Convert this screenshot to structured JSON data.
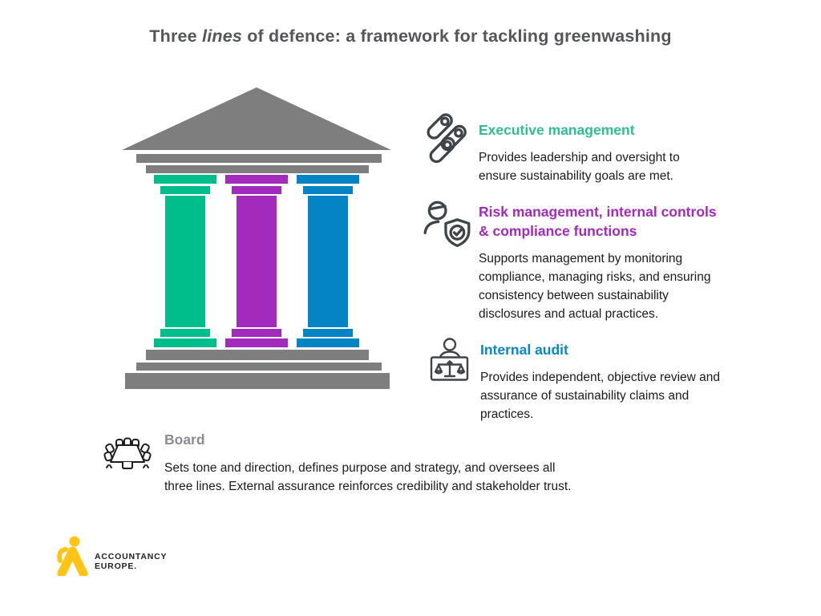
{
  "title": {
    "part1": "Three ",
    "italic": "lines",
    "part2": " of defence: a framework for tackling greenwashing"
  },
  "temple": {
    "structure_color": "#7E7E7E",
    "pillar_colors": {
      "green": "#00BE8C",
      "purple": "#A22ABD",
      "blue": "#0484C4"
    }
  },
  "sections": [
    {
      "id": "executive-management",
      "icon": "org-hierarchy-icon",
      "accent_color": "#2FBE8C",
      "heading": "Executive management",
      "body": "Provides leadership and oversight to\nensure sustainability goals are met."
    },
    {
      "id": "risk-management",
      "icon": "person-shield-check-icon",
      "accent_color": "#A22ABD",
      "heading": "Risk management, internal controls\n& compliance functions",
      "body": "Supports management by monitoring\ncompliance, managing risks, and ensuring\nconsistency between sustainability\ndisclosures and actual practices."
    },
    {
      "id": "internal-audit",
      "icon": "auditor-scales-icon",
      "accent_color": "#0886C6",
      "heading": "Internal audit",
      "body": "Provides independent, objective review and\nassurance of sustainability claims and\npractices."
    },
    {
      "id": "board",
      "icon": "boardroom-table-icon",
      "accent_color": "#8A8C8F",
      "heading": "Board",
      "body": "Sets tone and direction, defines purpose and strategy, and oversees all\nthree lines. External assurance reinforces credibility and stakeholder trust."
    }
  ],
  "logo": {
    "line1": "ACCOUNTANCY",
    "line2": "EUROPE.",
    "figure_color": "#FFC417",
    "text_color": "#231F20"
  }
}
